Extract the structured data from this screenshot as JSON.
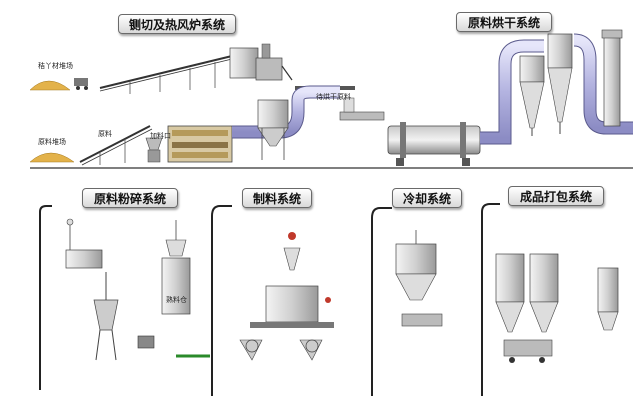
{
  "sections": {
    "chop_furnace": "铡切及热风炉系统",
    "dry": "原料烘干系统",
    "crush": "原料粉碎系统",
    "pellet": "制料系统",
    "cool": "冷却系统",
    "pack": "成品打包系统"
  },
  "labels": {
    "straw_pile": "秸丫材堆场",
    "raw_pile": "原料堆场",
    "raw_material": "原料",
    "to_dry": "待烘干原料",
    "feed_port": "加料口",
    "cooked_bin": "熟料仓"
  },
  "colors": {
    "duct": "#b9b9e6",
    "duct_stroke": "#5a5a8c",
    "pile": "#e3b24a",
    "main_line": "#333333"
  }
}
